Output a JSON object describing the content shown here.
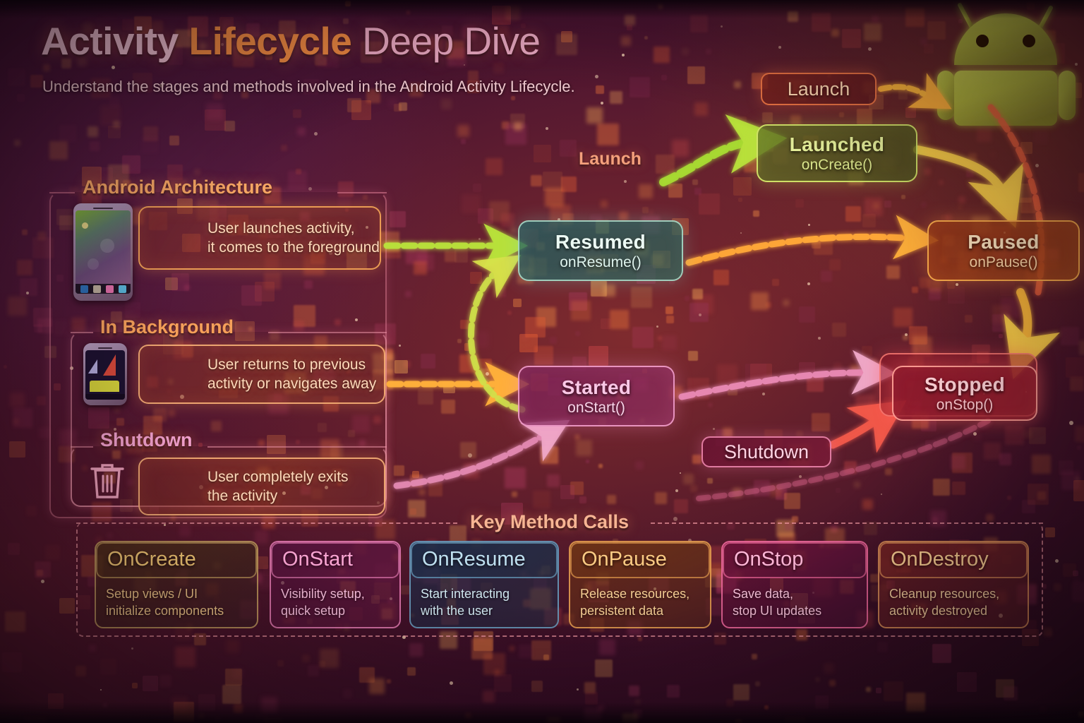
{
  "header": {
    "title_part1": "Activity Lifecycle",
    "title_word_a": "Activity ",
    "title_word_b": "Lifecycle",
    "title_word_c": " Deep Dive",
    "subtitle": "Understand the stages and methods involved in the Android Activity Lifecycle."
  },
  "colors": {
    "accent_orange": "#f08a42",
    "accent_pink": "#f3c3d4",
    "green_node": "#b9d148",
    "teal_node": "#7fd8cf",
    "orange_node": "#ffcf8a",
    "magenta_node": "#f5a0cf",
    "red_node": "#ff9aa6",
    "background": "#4b1430"
  },
  "left_panel": {
    "sections": [
      {
        "title": "Android Architecture",
        "title_color": "#f6a664",
        "icon": "phone-foreground-icon",
        "text_line1": "User launches activity,",
        "text_line2": "it comes to the foreground"
      },
      {
        "title": "In Background",
        "title_color": "#f6a05a",
        "icon": "phone-background-icon",
        "text_line1": "User returns to previous",
        "text_line2": "activity or navigates away"
      },
      {
        "title": "Shutdown",
        "title_color": "#f0a0cc",
        "icon": "trash-icon",
        "text_line1": "User completely exits",
        "text_line2": "the activity"
      }
    ]
  },
  "lifecycle": {
    "launch_pill": {
      "label": "Launch"
    },
    "shutdown_pill": {
      "label": "Shutdown"
    },
    "arrow_label_launch": "Launch",
    "nodes": [
      {
        "name": "Launched",
        "method": "onCreate()",
        "color": "#dfe887",
        "id": "node-launched"
      },
      {
        "name": "Paused",
        "method": "onPause()",
        "color": "#ffe0b0",
        "id": "node-paused"
      },
      {
        "name": "Resumed",
        "method": "onResume()",
        "color": "#e6f5f0",
        "id": "node-resumed"
      },
      {
        "name": "Started",
        "method": "onStart()",
        "color": "#f8bbe0",
        "id": "node-started"
      },
      {
        "name": "Stopped",
        "method": "onStop()",
        "color": "#ffc4cc",
        "id": "node-stopped"
      }
    ]
  },
  "key_method_calls": {
    "title": "Key Method Calls",
    "cards": [
      {
        "name": "OnCreate",
        "line1": "Setup views / UI",
        "line2": "initialize components",
        "color": "#f5c46a"
      },
      {
        "name": "OnStart",
        "line1": "Visibility setup,",
        "line2": "quick setup",
        "color": "#f48ec0"
      },
      {
        "name": "OnResume",
        "line1": "Start interacting",
        "line2": "with the user",
        "color": "#9fd2e8"
      },
      {
        "name": "OnPause",
        "line1": "Release resources,",
        "line2": "persistent data",
        "color": "#f7c278"
      },
      {
        "name": "OnStop",
        "line1": "Save data,",
        "line2": "stop UI updates",
        "color": "#fba8cb"
      },
      {
        "name": "OnDestroy",
        "line1": "Cleanup resources,",
        "line2": "activity destroyed",
        "color": "#f7c88e"
      }
    ]
  },
  "mascot": {
    "icon": "android-robot-icon"
  }
}
